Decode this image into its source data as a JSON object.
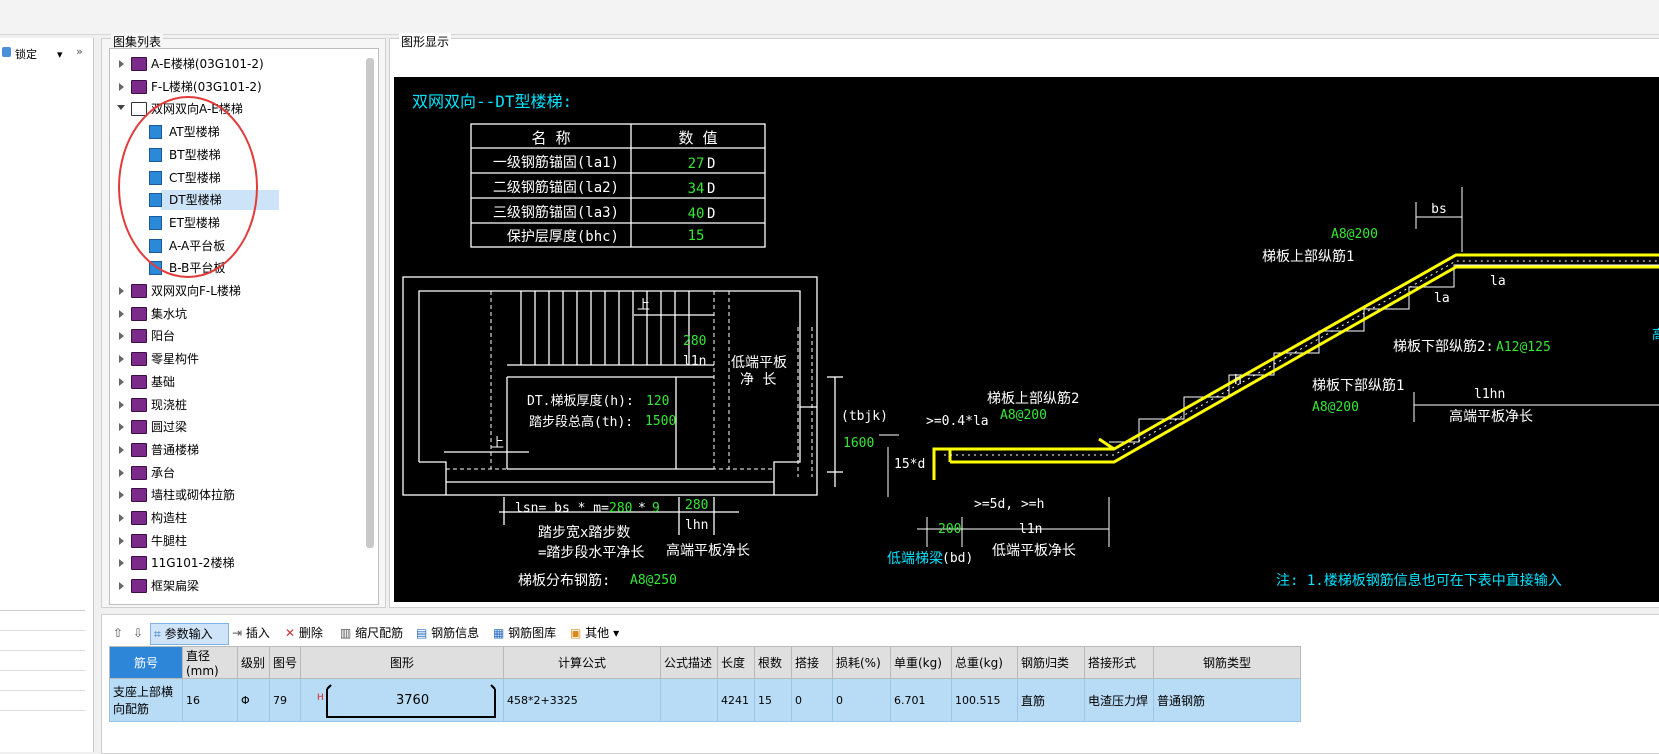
{
  "left": {
    "lock_label": "锁定"
  },
  "panels": {
    "atlas_title": "图集列表",
    "graphic_title": "图形显示"
  },
  "tree": [
    {
      "label": "A-E楼梯(03G101-2)",
      "level": 0,
      "icon": "book-icon",
      "state": "collapsed"
    },
    {
      "label": "F-L楼梯(03G101-2)",
      "level": 0,
      "icon": "book-icon",
      "state": "collapsed"
    },
    {
      "label": "双网双向A-E楼梯",
      "level": 0,
      "icon": "open-book-icon",
      "state": "expanded"
    },
    {
      "label": "AT型楼梯",
      "level": 1,
      "icon": "page-icon"
    },
    {
      "label": "BT型楼梯",
      "level": 1,
      "icon": "page-icon"
    },
    {
      "label": "CT型楼梯",
      "level": 1,
      "icon": "page-icon"
    },
    {
      "label": "DT型楼梯",
      "level": 1,
      "icon": "page-icon",
      "selected": true
    },
    {
      "label": "ET型楼梯",
      "level": 1,
      "icon": "page-icon"
    },
    {
      "label": "A-A平台板",
      "level": 1,
      "icon": "page-icon"
    },
    {
      "label": "B-B平台板",
      "level": 1,
      "icon": "page-icon"
    },
    {
      "label": "双网双向F-L楼梯",
      "level": 0,
      "icon": "book-icon",
      "state": "collapsed"
    },
    {
      "label": "集水坑",
      "level": 0,
      "icon": "book-icon",
      "state": "collapsed"
    },
    {
      "label": "阳台",
      "level": 0,
      "icon": "book-icon",
      "state": "collapsed"
    },
    {
      "label": "零星构件",
      "level": 0,
      "icon": "book-icon",
      "state": "collapsed"
    },
    {
      "label": "基础",
      "level": 0,
      "icon": "book-icon",
      "state": "collapsed"
    },
    {
      "label": "现浇桩",
      "level": 0,
      "icon": "book-icon",
      "state": "collapsed"
    },
    {
      "label": "圆过梁",
      "level": 0,
      "icon": "book-icon",
      "state": "collapsed"
    },
    {
      "label": "普通楼梯",
      "level": 0,
      "icon": "book-icon",
      "state": "collapsed"
    },
    {
      "label": "承台",
      "level": 0,
      "icon": "book-icon",
      "state": "collapsed"
    },
    {
      "label": "墙柱或砌体拉筋",
      "level": 0,
      "icon": "book-icon",
      "state": "collapsed"
    },
    {
      "label": "构造柱",
      "level": 0,
      "icon": "book-icon",
      "state": "collapsed"
    },
    {
      "label": "牛腿柱",
      "level": 0,
      "icon": "book-icon",
      "state": "collapsed"
    },
    {
      "label": "11G101-2楼梯",
      "level": 0,
      "icon": "book-icon",
      "state": "collapsed"
    },
    {
      "label": "框架扁梁",
      "level": 0,
      "icon": "book-icon",
      "state": "collapsed"
    }
  ],
  "drawing": {
    "title": "双网双向--DT型楼梯:",
    "table_header": [
      "名 称",
      "数 值"
    ],
    "table_rows": [
      {
        "name": "一级钢筋锚固(la1)",
        "value": "27",
        "unit": "D"
      },
      {
        "name": "二级钢筋锚固(la2)",
        "value": "34",
        "unit": "D"
      },
      {
        "name": "三级钢筋锚固(la3)",
        "value": "40",
        "unit": "D"
      },
      {
        "name": "保护层厚度(bhc)",
        "value": "15",
        "unit": ""
      }
    ],
    "plan": {
      "up1": "上",
      "up2": "上",
      "step_280": "280",
      "l1n": "l1n",
      "low_platform": "低端平板",
      "net_len": "净 长",
      "thick_label": "DT.梯板厚度(h):",
      "thick_val": "120",
      "height_label": "踏步段总高(th):",
      "height_val": "1500",
      "tbjk": "(tbjk)",
      "tbjk_val": "1600",
      "lsn_label": "lsn= bs * m=",
      "lsn_bs": "280",
      "lsn_star": "*",
      "lsn_m": "9",
      "lhn_val": "280",
      "lhn": "lhn",
      "step_desc1": "踏步宽x踏步数",
      "step_desc2": "=踏步段水平净长",
      "high_platform": "高端平板净长",
      "dist_label": "梯板分布钢筋:",
      "dist_val": "A8@250"
    },
    "section": {
      "bs": "bs",
      "a8_top": "A8@200",
      "upper1": "梯板上部纵筋1",
      "la1": "la",
      "la2": "la",
      "lower2": "梯板下部纵筋2:",
      "lower2_val": "A12@125",
      "upper2": "梯板上部纵筋2",
      "a8_upper2": "A8@200",
      "ge04": ">=0.4*la",
      "h": "h",
      "lower1": "梯板下部纵筋1",
      "a8_lower1": "A8@200",
      "l1hn": "l1hn",
      "high_net": "高端平板净长",
      "d15": "15*d",
      "ge5d": ">=5d, >=h",
      "v200": "200",
      "l1n": "l1n",
      "low_beam": "低端梯梁",
      "bd": "(bd)",
      "low_net": "低端平板净长",
      "note": "注: 1.楼梯板钢筋信息也可在下表中直接输入",
      "edge": "高"
    }
  },
  "toolbar": [
    "参数输入",
    "插入",
    "删除",
    "缩尺配筋",
    "钢筋信息",
    "钢筋图库",
    "其他"
  ],
  "grid": {
    "headers": [
      "筋号",
      "直径(mm)",
      "级别",
      "图号",
      "图形",
      "计算公式",
      "公式描述",
      "长度",
      "根数",
      "搭接",
      "损耗(%)",
      "单重(kg)",
      "总重(kg)",
      "钢筋归类",
      "搭接形式",
      "钢筋类型"
    ],
    "row": {
      "name": "支座上部横向配筋",
      "dia": "16",
      "grade": "Φ",
      "fig": "79",
      "shape_h": "H",
      "shape_len": "3760",
      "formula": "458*2+3325",
      "desc": "",
      "length": "4241",
      "count": "15",
      "lap": "0",
      "loss": "0",
      "unit_w": "6.701",
      "total_w": "100.515",
      "category": "直筋",
      "lap_type": "电渣压力焊",
      "rebar_type": "普通钢筋"
    }
  }
}
